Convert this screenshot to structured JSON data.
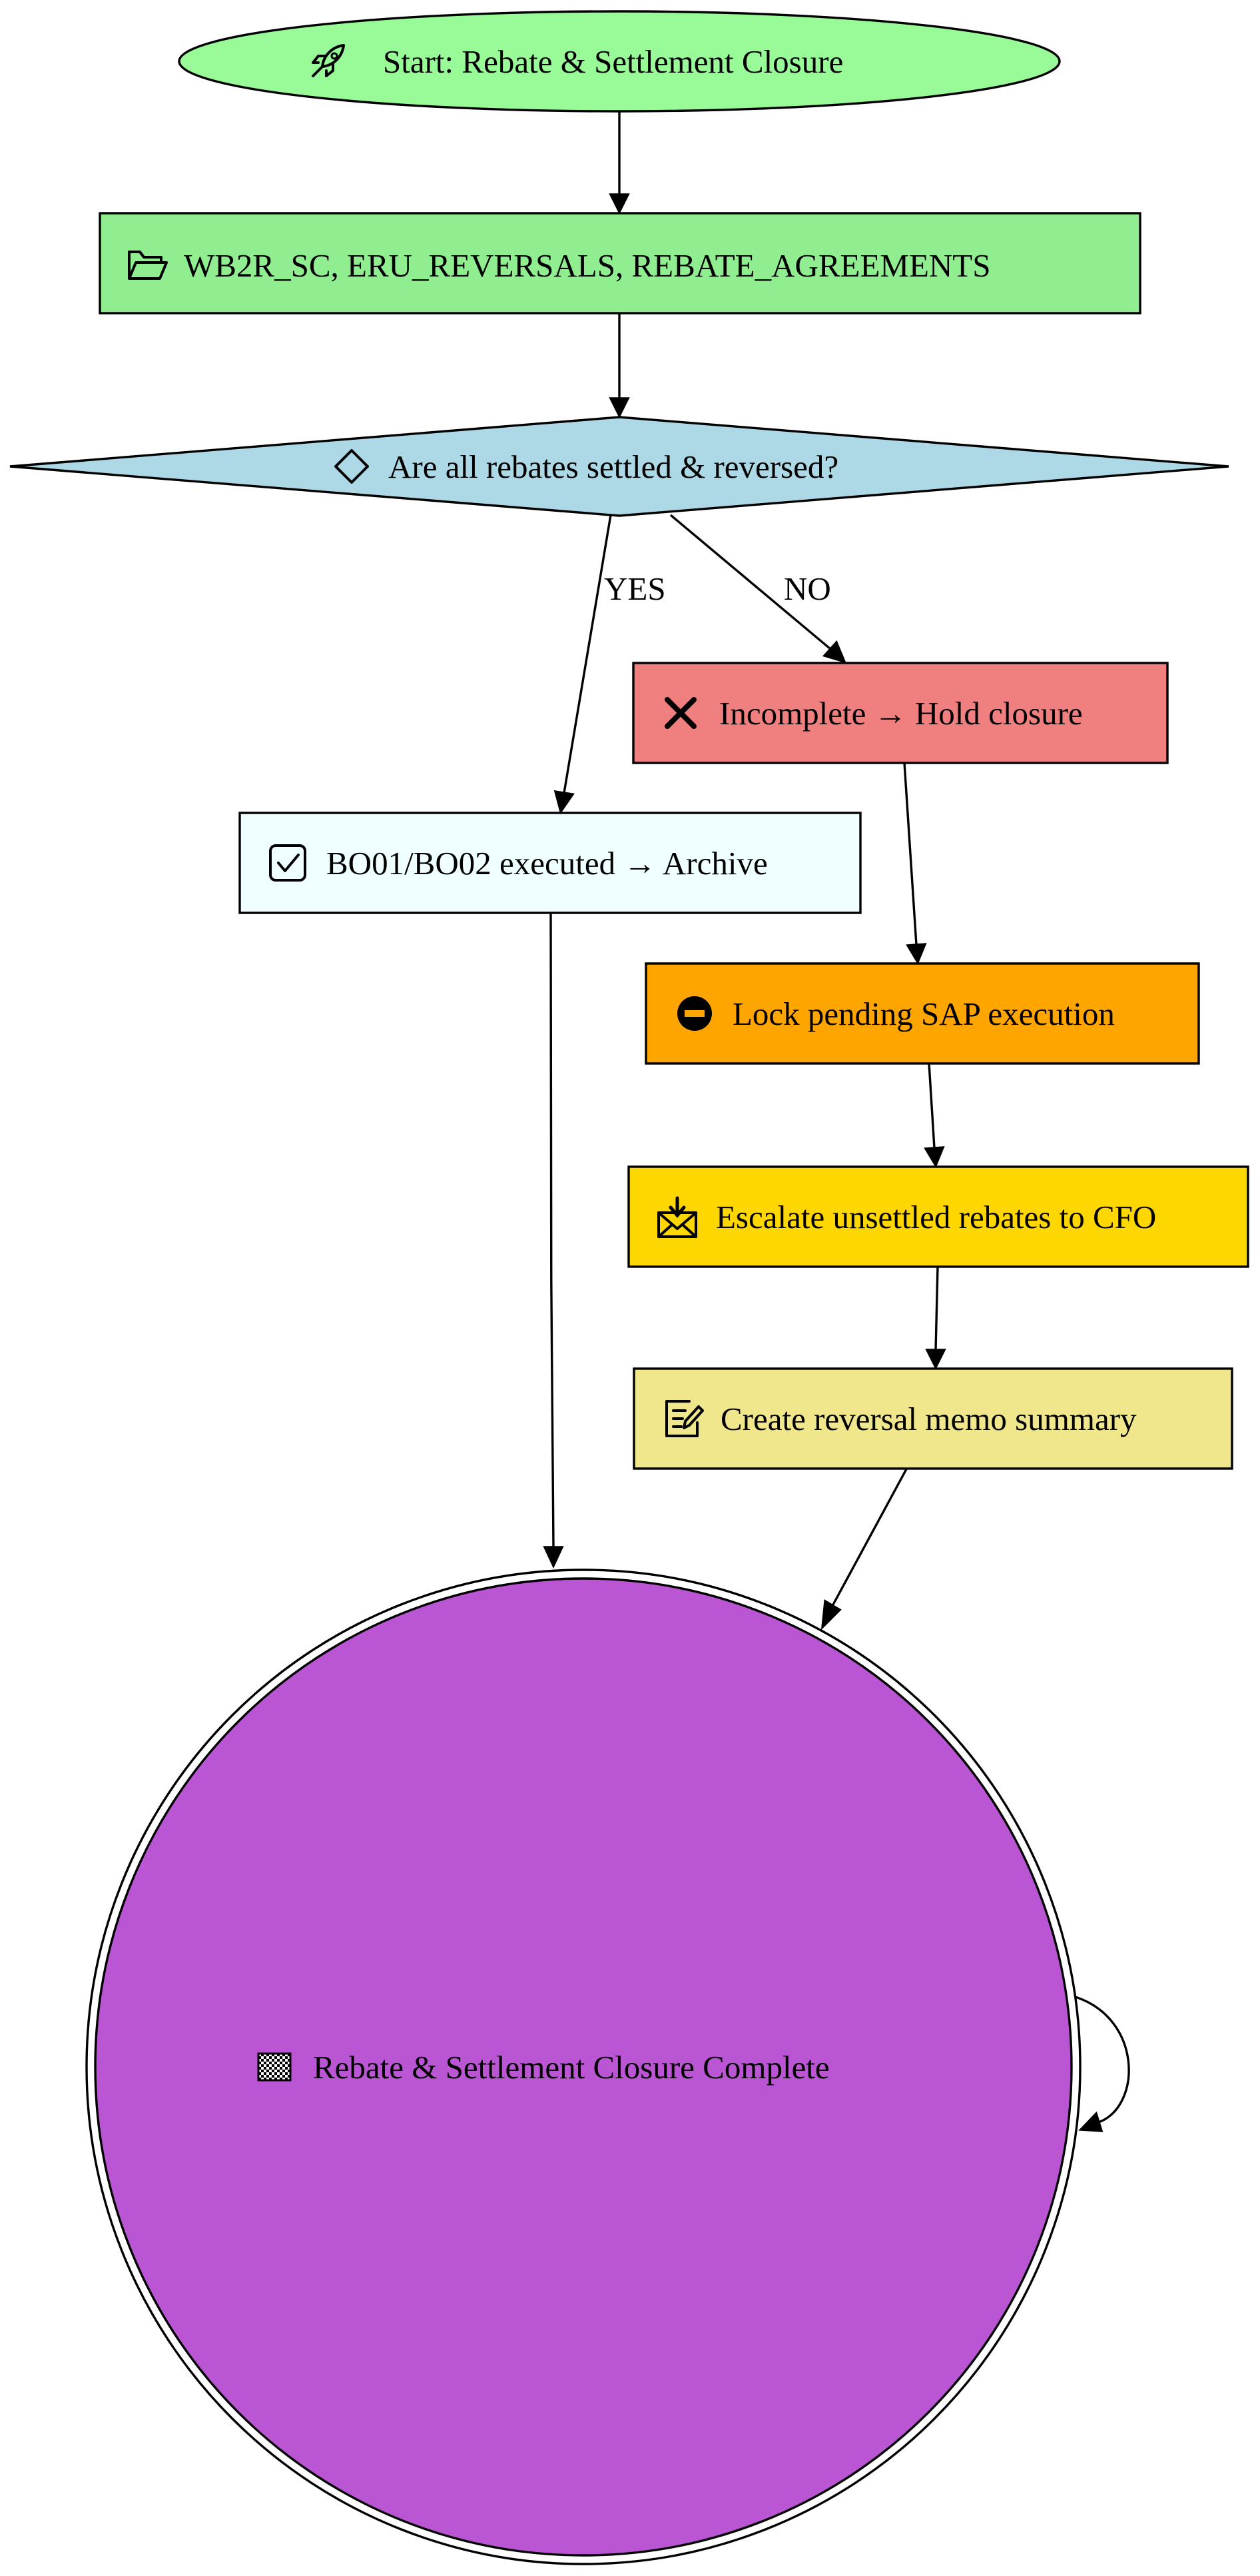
{
  "diagram": {
    "nodes": {
      "start": {
        "label": "Start: Rebate & Settlement Closure",
        "icon": "rocket-icon",
        "color": "#98fb98"
      },
      "tables": {
        "label": "WB2R_SC, ERU_REVERSALS, REBATE_AGREEMENTS",
        "icon": "folder-icon",
        "color": "#90ee90"
      },
      "decision": {
        "label": "Are all rebates settled & reversed?",
        "icon": "diamond-icon",
        "color": "#add8e6"
      },
      "incomplete": {
        "label": "Incomplete → Hold closure",
        "icon": "cross-mark-icon",
        "color": "#f08080"
      },
      "archive": {
        "label": "BO01/BO02 executed → Archive",
        "icon": "checkbox-icon",
        "color": "#f0ffff"
      },
      "lock": {
        "label": "Lock pending SAP execution",
        "icon": "no-entry-icon",
        "color": "#ffa500"
      },
      "escalate": {
        "label": "Escalate unsettled rebates to CFO",
        "icon": "envelope-arrow-icon",
        "color": "#ffd700"
      },
      "memo": {
        "label": "Create reversal memo summary",
        "icon": "memo-icon",
        "color": "#f0e68c"
      },
      "end": {
        "label": "Rebate & Settlement Closure Complete",
        "icon": "checkered-flag-icon",
        "color": "#ba55d3"
      }
    },
    "edges": {
      "yes": {
        "label": "YES"
      },
      "no": {
        "label": "NO"
      }
    }
  }
}
